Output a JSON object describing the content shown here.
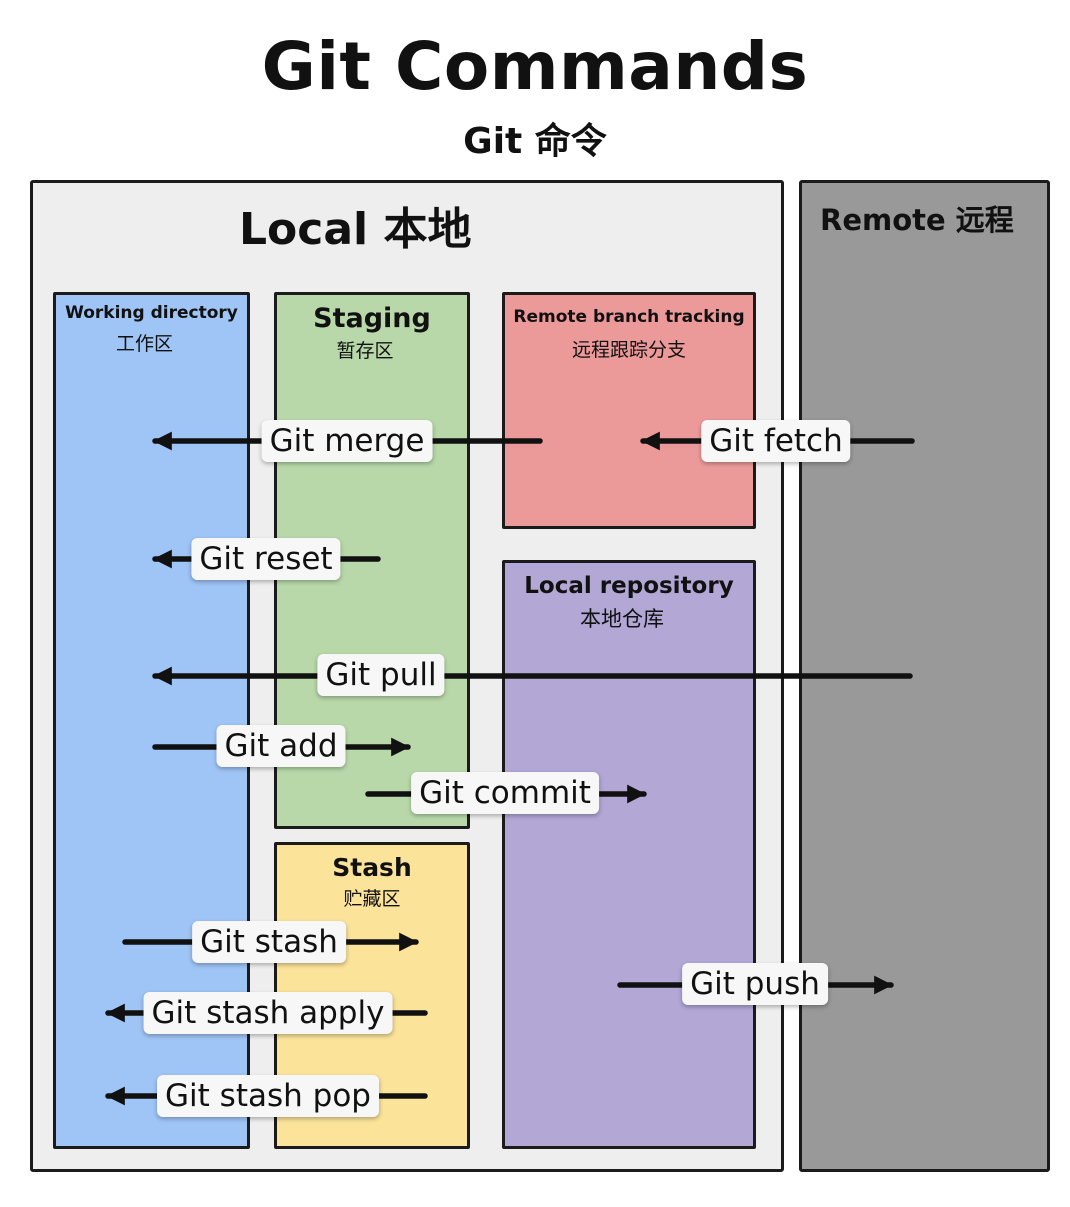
{
  "title": "Git Commands",
  "subtitle": "Git 命令",
  "local": {
    "label": "Local 本地"
  },
  "remote": {
    "label": "Remote 远程"
  },
  "zones": {
    "working_directory": {
      "en": "Working directory",
      "zh": "工作区",
      "color": "#9fc4f6"
    },
    "staging": {
      "en": "Staging",
      "zh": "暂存区",
      "color": "#b8d8a9"
    },
    "stash": {
      "en": "Stash",
      "zh": "贮藏区",
      "color": "#fbe39a"
    },
    "remote_branch_tracking": {
      "en": "Remote branch tracking",
      "zh": "远程跟踪分支",
      "color": "#eb9a99"
    },
    "local_repository": {
      "en": "Local repository",
      "zh": "本地仓库",
      "color": "#b2a7d5"
    }
  },
  "commands": [
    {
      "label": "Git merge",
      "from": "remote_branch_tracking",
      "to": "working_directory"
    },
    {
      "label": "Git fetch",
      "from": "remote",
      "to": "remote_branch_tracking"
    },
    {
      "label": "Git reset",
      "from": "staging",
      "to": "working_directory"
    },
    {
      "label": "Git pull",
      "from": "remote",
      "to": "working_directory"
    },
    {
      "label": "Git add",
      "from": "working_directory",
      "to": "staging"
    },
    {
      "label": "Git commit",
      "from": "staging",
      "to": "local_repository"
    },
    {
      "label": "Git stash",
      "from": "working_directory",
      "to": "stash"
    },
    {
      "label": "Git stash apply",
      "from": "stash",
      "to": "working_directory"
    },
    {
      "label": "Git stash pop",
      "from": "stash",
      "to": "working_directory"
    },
    {
      "label": "Git push",
      "from": "local_repository",
      "to": "remote"
    }
  ]
}
